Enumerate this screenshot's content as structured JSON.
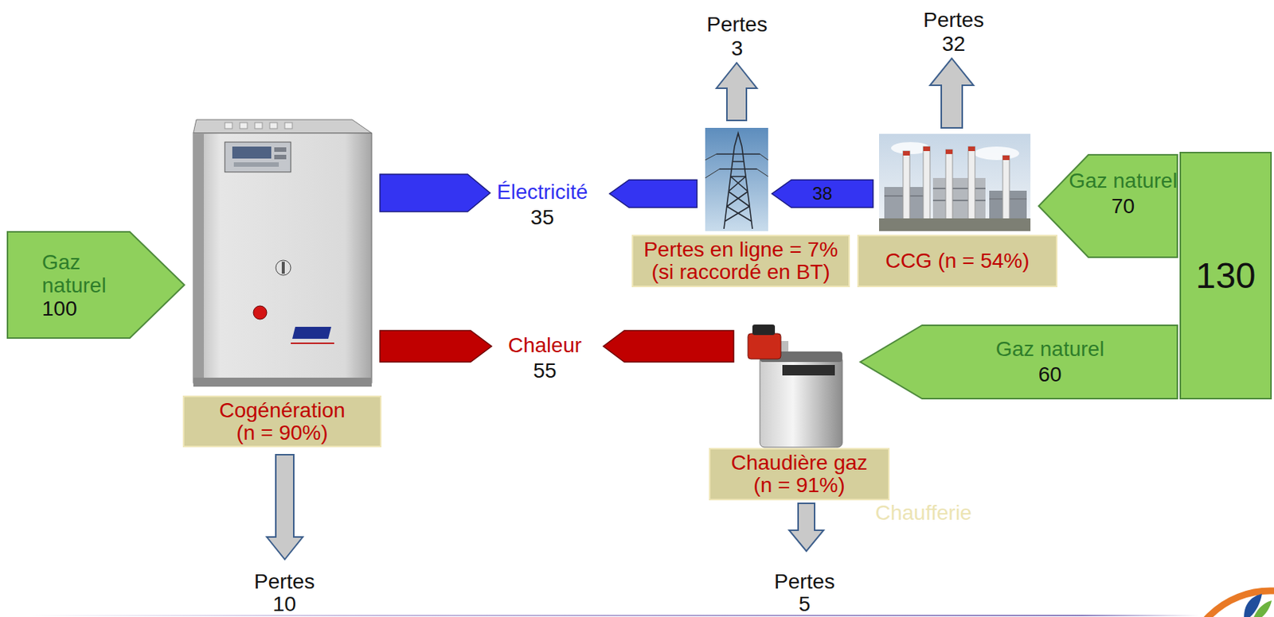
{
  "diagram": {
    "nodes": [
      {
        "text": [
          "Gaz naturel",
          "100"
        ]
      },
      {
        "text": [
          "Cogénération (n = 90%)"
        ]
      },
      {
        "text": [
          "Électricité",
          "35"
        ]
      },
      {
        "text": [
          "Chaleur",
          "55"
        ]
      },
      {
        "text": [
          "Pertes",
          "10"
        ]
      },
      {
        "text": [
          "Pertes",
          "3"
        ]
      },
      {
        "text": [
          "Pertes en ligne = 7% (si raccordé en BT)"
        ]
      },
      {
        "text": [
          "Pertes",
          "32"
        ]
      },
      {
        "text": [
          "CCG (n = 54%)"
        ]
      },
      {
        "text": [
          "Gaz naturel",
          "70"
        ]
      },
      {
        "text": [
          "130"
        ]
      },
      {
        "text": [
          "Chaudière gaz (n = 91%)"
        ]
      },
      {
        "text": [
          "Gaz naturel",
          "60"
        ]
      },
      {
        "text": [
          "Pertes",
          "5"
        ]
      }
    ],
    "edges": [
      {
        "from": 1,
        "to": 2,
        "arrow": "to"
      },
      {
        "from": 6,
        "to": 2,
        "arrow": "to"
      },
      {
        "from": 8,
        "to": 6,
        "label": "38",
        "arrow": "to"
      },
      {
        "from": 1,
        "to": 3,
        "arrow": "to"
      },
      {
        "from": 11,
        "to": 3,
        "arrow": "to"
      },
      {
        "from": 1,
        "to": 4,
        "arrow": "to"
      },
      {
        "from": 6,
        "to": 5,
        "arrow": "to"
      },
      {
        "from": 8,
        "to": 7,
        "arrow": "to"
      },
      {
        "from": 11,
        "to": 13,
        "arrow": "to"
      }
    ],
    "labels": [
      "Chaufferie"
    ]
  }
}
